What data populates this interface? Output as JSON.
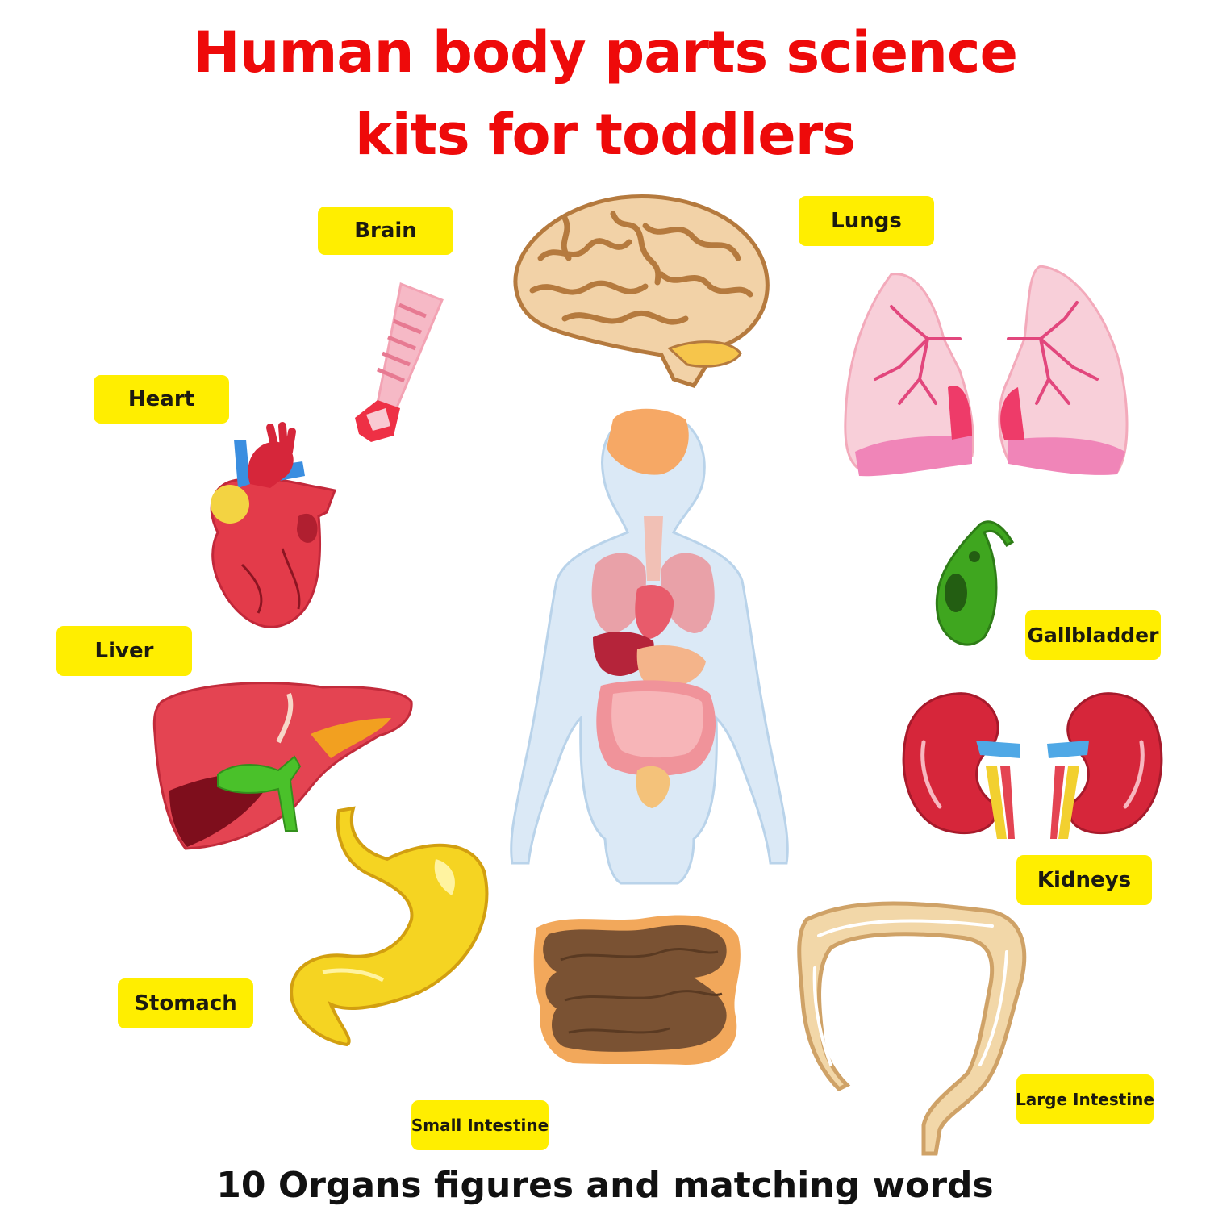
{
  "title": {
    "line1": "Human body parts science",
    "line2": "kits for toddlers"
  },
  "footer": "10 Organs figures and matching words",
  "labels": {
    "brain": "Brain",
    "lungs": "Lungs",
    "heart": "Heart",
    "liver": "Liver",
    "gallbladder": "Gallbladder",
    "kidneys": "Kidneys",
    "stomach": "Stomach",
    "small_intestine": "Small Intestine",
    "large_intestine": "Large Intestine"
  },
  "colors": {
    "title": "#ee0a0a",
    "label_bg": "#ffee00",
    "footer": "#111111"
  }
}
